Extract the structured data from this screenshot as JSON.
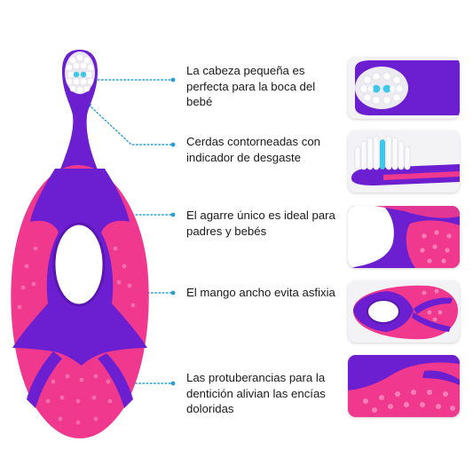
{
  "features": [
    {
      "text": "La cabeza pequeña es perfecta para la boca del bebé"
    },
    {
      "text": "Cerdas contorneadas con indicador de desgaste"
    },
    {
      "text": "El agarre único es ideal para padres y bebés"
    },
    {
      "text": "El mango ancho evita asfixia"
    },
    {
      "text": "Las protuberancias para la dentición alivian las encías doloridas"
    }
  ],
  "colors": {
    "handle_purple": "#6b1fd0",
    "grip_pink": "#f0398e",
    "bristle_white": "#f5f5f7",
    "wear_indicator": "#3ec7e6",
    "callout_dot": "#2a9fd6"
  }
}
